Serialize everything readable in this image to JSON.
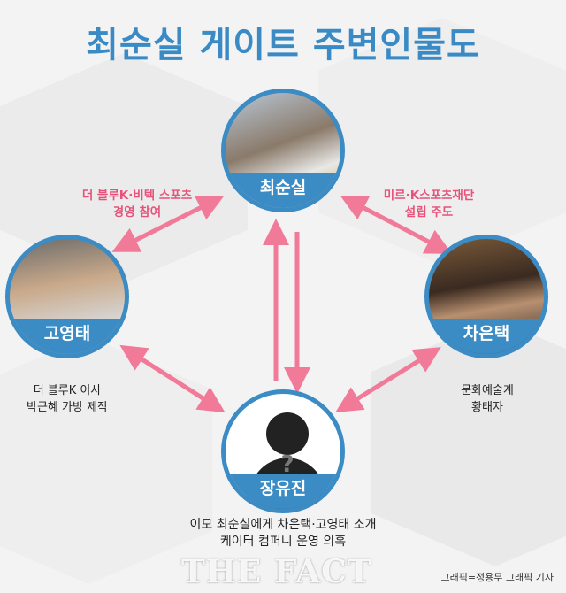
{
  "title": "최순실 게이트 주변인물도",
  "colors": {
    "accent_blue": "#3b8bc4",
    "arrow_pink": "#f07a98",
    "label_pink": "#e8527a"
  },
  "nodes": {
    "top": {
      "name": "최순실"
    },
    "left": {
      "name": "고영태",
      "caption": [
        "더 블루K 이사",
        "박근혜 가방 제작"
      ]
    },
    "right": {
      "name": "차은택",
      "caption": [
        "문화예술계",
        "황태자"
      ]
    },
    "bottom": {
      "name": "장유진",
      "icon": "question-mark-silhouette",
      "caption": [
        "이모 최순실에게 차은택·고영태 소개",
        "케이터 컴퍼니 운영 의혹"
      ]
    }
  },
  "relations": {
    "left_top": [
      "더 블루K·비텍 스포츠",
      "경영 참여"
    ],
    "right_top": [
      "미르·K스포츠재단",
      "설립 주도"
    ]
  },
  "watermark": "THE FACT",
  "credit": "그래픽=정용무 그래픽 기자"
}
